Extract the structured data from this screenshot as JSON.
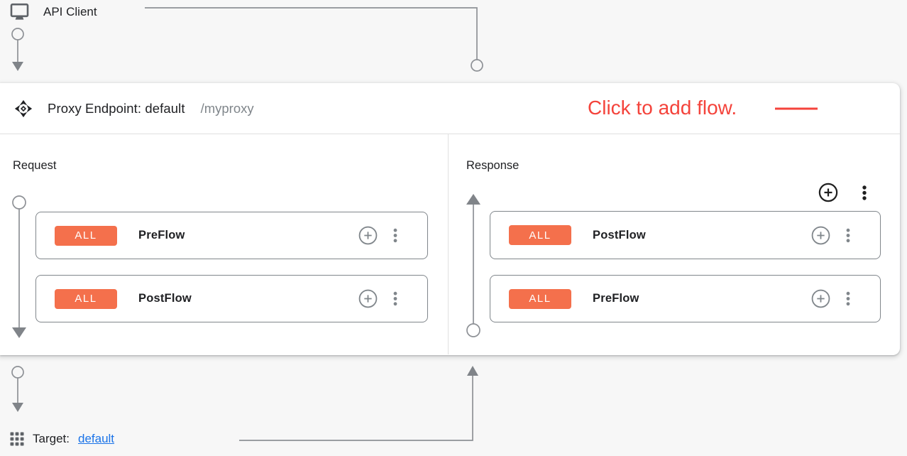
{
  "colors": {
    "badge_orange": "#F4704C",
    "annotation_red": "#F4433B",
    "link_blue": "#1A73E8",
    "connector_gray": "#8E9196",
    "card_border_gray": "#80868B"
  },
  "api_client": {
    "label": "API Client"
  },
  "proxy_endpoint": {
    "title": "Proxy Endpoint: default",
    "base_path": "/myproxy",
    "annotation": "Click to add flow.",
    "request": {
      "label": "Request",
      "flows": [
        {
          "badge": "ALL",
          "name": "PreFlow"
        },
        {
          "badge": "ALL",
          "name": "PostFlow"
        }
      ]
    },
    "response": {
      "label": "Response",
      "flows": [
        {
          "badge": "ALL",
          "name": "PostFlow"
        },
        {
          "badge": "ALL",
          "name": "PreFlow"
        }
      ]
    }
  },
  "target": {
    "label": "Target:",
    "link": "default"
  }
}
